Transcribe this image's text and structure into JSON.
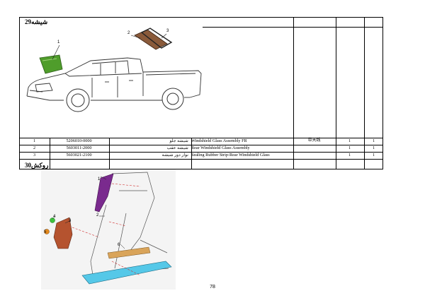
{
  "section29": {
    "title_fa": "شیشه",
    "number": "29",
    "callouts": [
      "1",
      "2",
      "3"
    ],
    "rows": [
      {
        "no": "1",
        "part_no": "5206010-0000",
        "name_fa": "شیشه جلو",
        "name_en": "Windshield Glass Assembly FR",
        "note": "带天线",
        "qty1": "1",
        "qty2": "1"
      },
      {
        "no": "2",
        "part_no": "5603011-2000",
        "name_fa": "شیشه عقب",
        "name_en": "Rear Windshield Glass Assembly",
        "note": "",
        "qty1": "1",
        "qty2": "1"
      },
      {
        "no": "3",
        "part_no": "5603021-2100",
        "name_fa": "نوار دور شیشه",
        "name_en": "Sealing Rubber Strip-Rear Windshield Glass",
        "note": "",
        "qty1": "1",
        "qty2": "1"
      }
    ]
  },
  "section30": {
    "title_fa": "روکش",
    "number": "30",
    "callouts": [
      "1",
      "2",
      "3",
      "4",
      "5",
      "6"
    ]
  },
  "page_number": "78",
  "colors": {
    "windshield": "#4f9d2b",
    "rear_glass": "#8a5a3a",
    "pillar": "#7a2a8e",
    "panel": "#b5532f",
    "sill": "#55c8e8",
    "trim": "#d9a45a"
  }
}
